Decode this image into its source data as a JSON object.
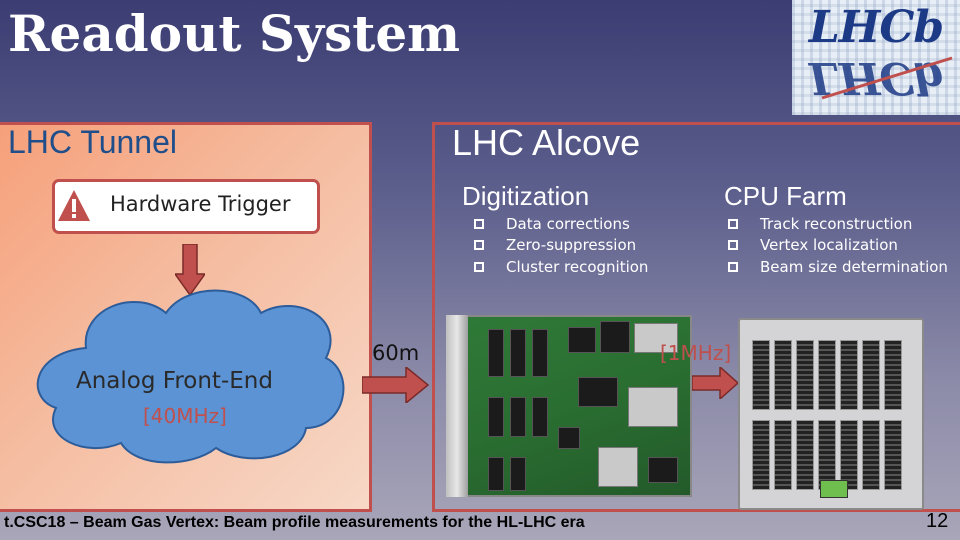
{
  "slide": {
    "title": "Readout System",
    "page_number": "12",
    "footer": "t.CSC18 – Beam Gas Vertex: Beam profile measurements for the HL-LHC era"
  },
  "logo": {
    "text": "LHCb"
  },
  "tunnel": {
    "title": "LHC Tunnel",
    "trigger": "Hardware Trigger",
    "frontend": "Analog Front-End",
    "frontend_rate": "[40MHz]",
    "distance": "60m"
  },
  "alcove": {
    "title": "LHC Alcove",
    "digitization": {
      "title": "Digitization",
      "items": [
        "Data corrections",
        "Zero-suppression",
        "Cluster recognition"
      ]
    },
    "cpu_farm": {
      "title": "CPU Farm",
      "items": [
        "Track reconstruction",
        "Vertex localization",
        "Beam size determination"
      ]
    },
    "output_rate": "[1MHz]"
  },
  "colors": {
    "accent_red": "#c0504d",
    "tunnel_fill": "#f6a07a",
    "title_blue": "#1f4e8a"
  }
}
